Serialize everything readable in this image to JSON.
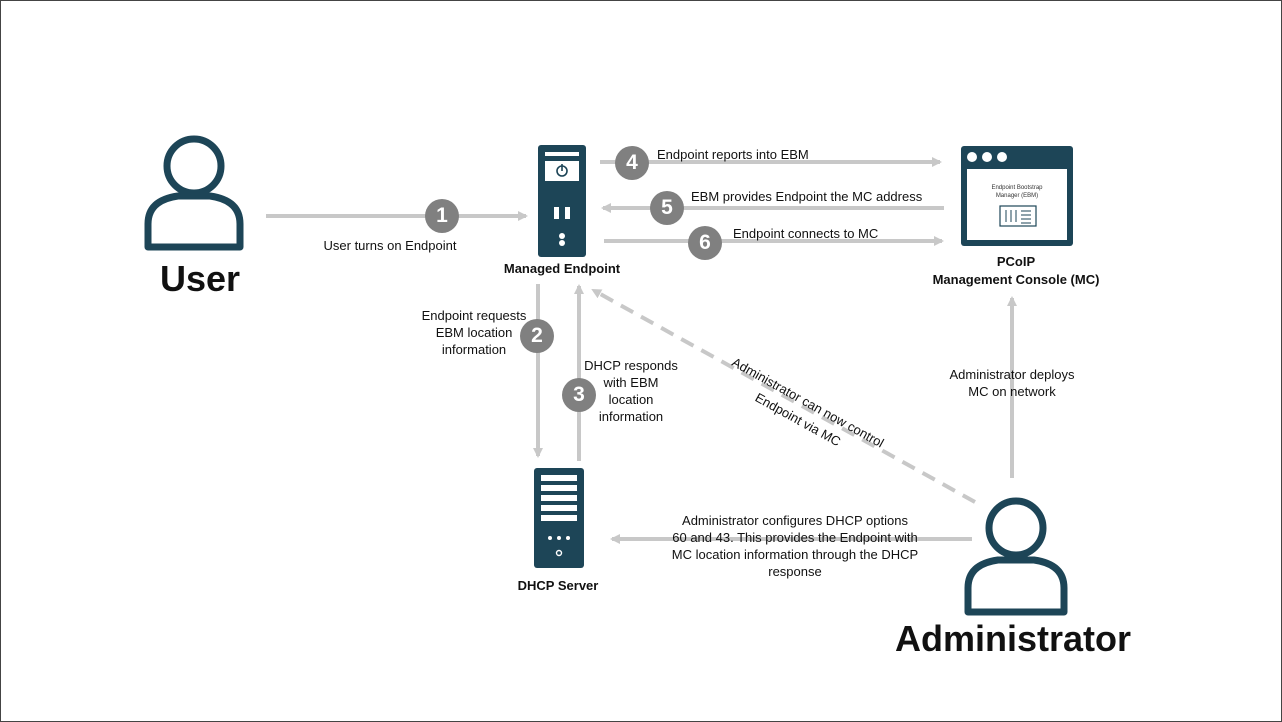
{
  "actors": {
    "user": "User",
    "administrator": "Administrator"
  },
  "devices": {
    "managed_endpoint": "Managed Endpoint",
    "dhcp_server": "DHCP Server",
    "mc_line1": "PCoIP",
    "mc_line2": "Management Console (MC)",
    "mc_screen_line1": "Endpoint Bootstrap",
    "mc_screen_line2": "Manager (EBM)"
  },
  "steps": [
    {
      "number": "1",
      "label": "User turns on Endpoint"
    },
    {
      "number": "2",
      "label_lines": [
        "Endpoint requests",
        "EBM location",
        "information"
      ]
    },
    {
      "number": "3",
      "label_lines": [
        "DHCP responds",
        "with EBM",
        "location",
        "information"
      ]
    },
    {
      "number": "4",
      "label": "Endpoint reports into EBM"
    },
    {
      "number": "5",
      "label": "EBM provides Endpoint the MC address"
    },
    {
      "number": "6",
      "label": "Endpoint connects to MC"
    }
  ],
  "admin_notes": {
    "deploy_lines": [
      "Administrator deploys",
      "MC on network"
    ],
    "configure_lines": [
      "Administrator configures DHCP options",
      "60 and 43. This provides the Endpoint with",
      "MC location information through the DHCP",
      "response"
    ],
    "control_lines": [
      "Administrator can now control",
      "Endpoint via MC"
    ]
  },
  "colors": {
    "icon_navy": "#1d4557",
    "arrow_gray": "#c8c8c8",
    "badge_gray": "#808080"
  }
}
